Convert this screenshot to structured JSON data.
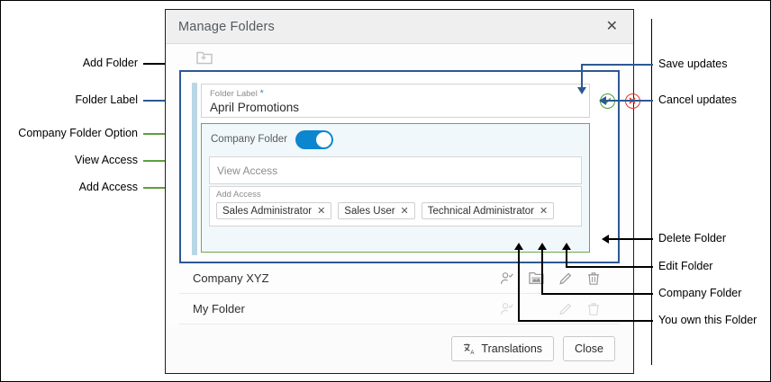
{
  "dialog": {
    "title": "Manage Folders",
    "close_icon": "close-icon",
    "add_folder_icon": "folder-plus-icon",
    "label_field": {
      "caption": "Folder Label",
      "required_mark": "*",
      "value": "April Promotions"
    },
    "save_icon": "check-circle-icon",
    "cancel_icon": "x-circle-icon",
    "access": {
      "company_folder_label": "Company Folder",
      "company_folder_on": true,
      "view_access_placeholder": "View Access",
      "add_access_caption": "Add Access",
      "chips": [
        {
          "label": "Sales Administrator",
          "remove_icon": "x-icon"
        },
        {
          "label": "Sales User",
          "remove_icon": "x-icon"
        },
        {
          "label": "Technical Administrator",
          "remove_icon": "x-icon"
        }
      ]
    },
    "rows": [
      {
        "name": "Company XYZ",
        "enabled": true
      },
      {
        "name": "My Folder",
        "enabled": false
      }
    ],
    "footer": {
      "translations_label": "Translations",
      "translations_icon": "translate-icon",
      "close_label": "Close"
    }
  },
  "annotations": {
    "left": [
      {
        "text": "Add Folder",
        "color": "#000000"
      },
      {
        "text": "Folder Label",
        "color": "#2e5894"
      },
      {
        "text": "Company Folder Option",
        "color": "#5e9e3f"
      },
      {
        "text": "View Access",
        "color": "#5e9e3f"
      },
      {
        "text": "Add Access",
        "color": "#5e9e3f"
      }
    ],
    "right": [
      {
        "text": "Save updates",
        "color": "#2e5894"
      },
      {
        "text": "Cancel updates",
        "color": "#2e5894"
      },
      {
        "text": "Delete Folder",
        "color": "#000000"
      },
      {
        "text": "Edit Folder",
        "color": "#000000"
      },
      {
        "text": "Company Folder",
        "color": "#000000"
      },
      {
        "text": "You own this Folder",
        "color": "#000000"
      }
    ]
  },
  "colors": {
    "toggle_on": "#0c86ce",
    "save_green": "#4e9b3c",
    "cancel_red": "#d93b2b",
    "panel_green": "#6aa84f",
    "selection_blue": "#2e5894"
  }
}
